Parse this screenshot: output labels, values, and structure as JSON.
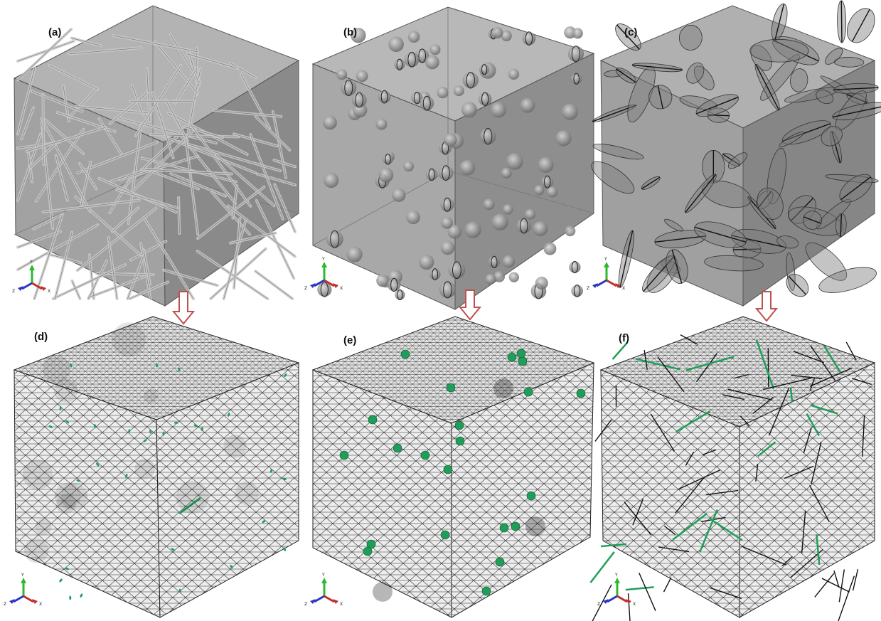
{
  "figure": {
    "panels": [
      {
        "id": "a",
        "label": "(a)",
        "row": "top",
        "content": "fibers"
      },
      {
        "id": "b",
        "label": "(b)",
        "row": "top",
        "content": "spheres"
      },
      {
        "id": "c",
        "label": "(c)",
        "row": "top",
        "content": "platelets"
      },
      {
        "id": "d",
        "label": "(d)",
        "row": "bottom",
        "content": "mesh-fibers"
      },
      {
        "id": "e",
        "label": "(e)",
        "row": "bottom",
        "content": "mesh-spheres"
      },
      {
        "id": "f",
        "label": "(f)",
        "row": "bottom",
        "content": "mesh-platelets"
      }
    ],
    "triad": {
      "y": "Y",
      "x": "X",
      "z": "Z"
    },
    "colors": {
      "cube_top": "#a9a9a9",
      "cube_left": "#9a9a9a",
      "cube_right": "#7f7f7f",
      "mesh_face": "#ececec",
      "mesh_line": "#2a2a2a",
      "inclusion": "#1f9e5a",
      "arrow": "#c0504d",
      "axis_y": "#2eb82e",
      "axis_x": "#c0302a",
      "axis_z": "#2a35c0"
    }
  }
}
